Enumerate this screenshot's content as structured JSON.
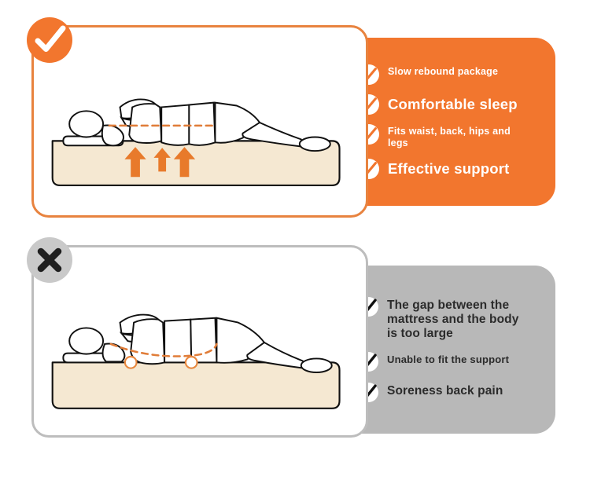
{
  "good": {
    "status_icon": "check-circle-icon",
    "illustration": {
      "name": "person-on-supportive-mattress",
      "spine_line": "straight-dashed-spine-line",
      "arrows": "upward-support-arrows",
      "mattress_color": "#F5E8D2",
      "accent_color": "#E87A2B"
    },
    "panel_color": "#F2762E",
    "items": [
      {
        "icon": "check-circle-icon",
        "label": "Slow rebound package",
        "emphasis": "small"
      },
      {
        "icon": "check-circle-icon",
        "label": "Comfortable sleep",
        "emphasis": "large"
      },
      {
        "icon": "check-circle-icon",
        "label": "Fits waist, back, hips and legs",
        "emphasis": "small"
      },
      {
        "icon": "check-circle-icon",
        "label": "Effective support",
        "emphasis": "large"
      }
    ]
  },
  "bad": {
    "status_icon": "x-circle-icon",
    "illustration": {
      "name": "person-on-unsupportive-mattress",
      "spine_line": "curved-dashed-spine-line",
      "gap_markers": "orange-gap-circles",
      "mattress_color": "#F5E8D2",
      "accent_color": "#E87A2B"
    },
    "panel_color": "#B8B8B8",
    "items": [
      {
        "icon": "check-mark-icon",
        "label": "The gap between the mattress and the body is too large",
        "emphasis": "big"
      },
      {
        "icon": "check-mark-icon",
        "label": "Unable to fit the support",
        "emphasis": "medium"
      },
      {
        "icon": "check-mark-icon",
        "label": "Soreness back pain",
        "emphasis": "big"
      }
    ]
  }
}
